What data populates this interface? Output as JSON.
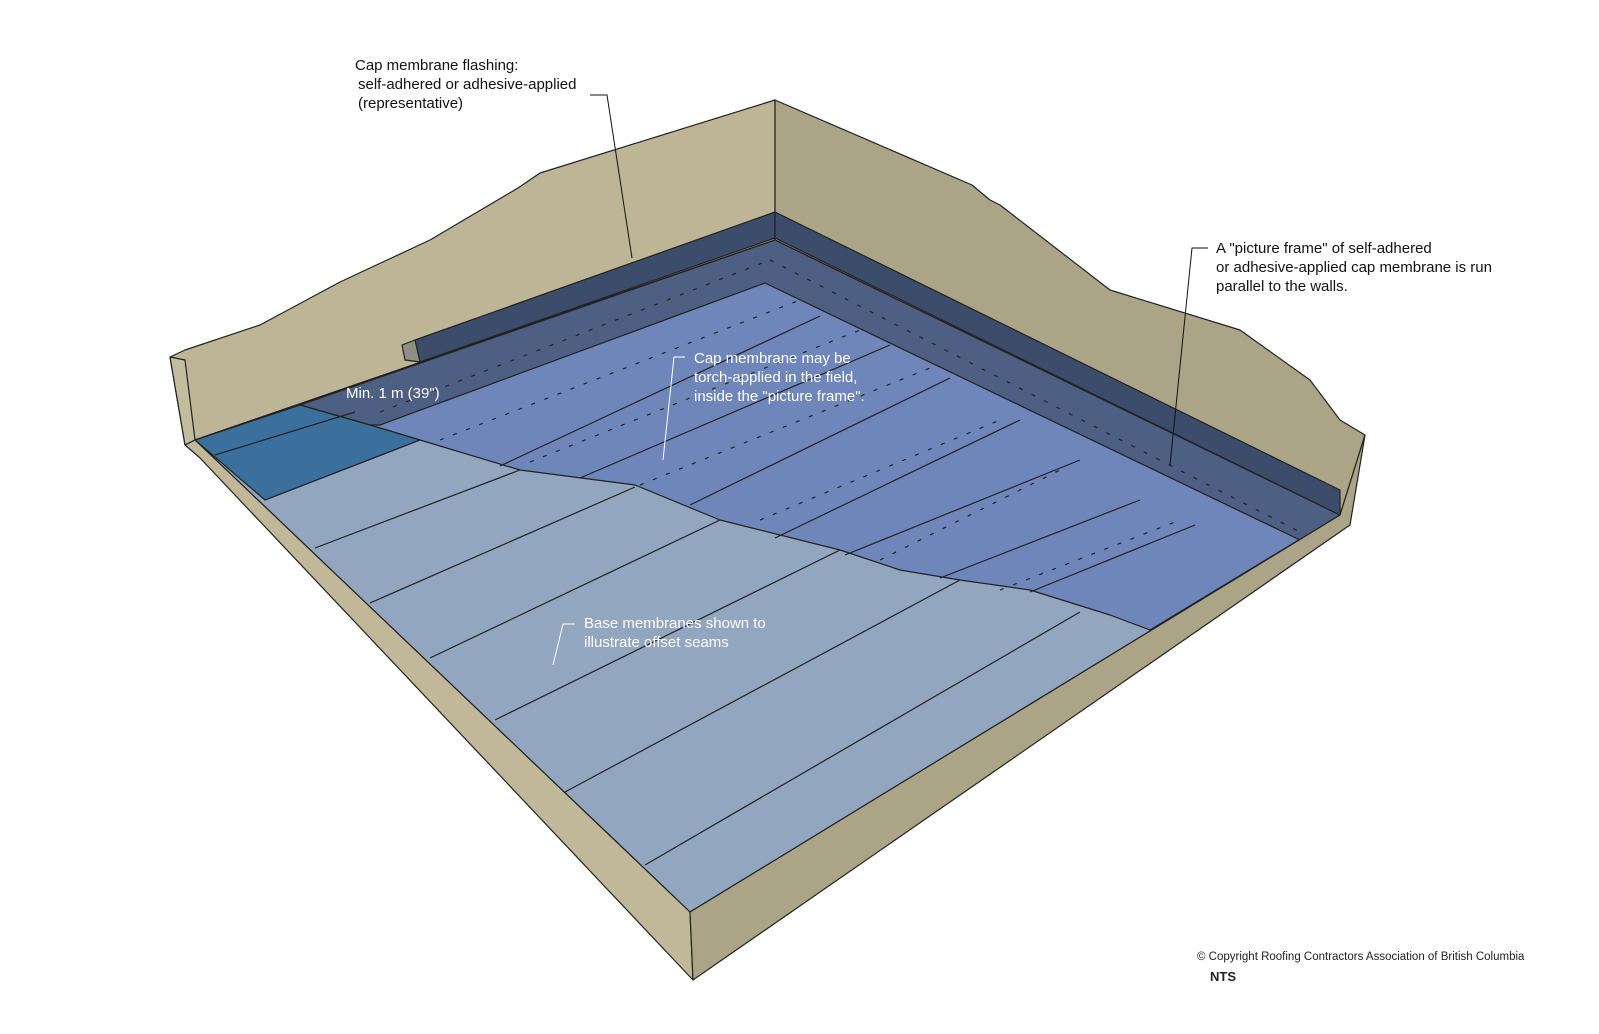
{
  "labels": {
    "flashing": [
      "Cap membrane flashing:",
      " self-adhered or adhesive-applied",
      "(representative)"
    ],
    "picture_frame": [
      "A \"picture frame\" of self-adhered",
      "or adhesive-applied cap membrane is run",
      "parallel to the walls."
    ],
    "cap_field": [
      "Cap membrane may be",
      "torch-applied in the field,",
      "inside the \"picture frame\"."
    ],
    "min_width": "Min. 1 m (39\")",
    "base": [
      "Base membranes shown to",
      "illustrate offset seams"
    ]
  },
  "footer": {
    "copyright": "© Copyright Roofing Contractors Association of British Columbia",
    "scale": "NTS"
  },
  "colors": {
    "wall_light": "#bdb596",
    "wall_dark": "#aca486",
    "base_membrane": "#93a6bf",
    "cap_membrane": "#6f86ba",
    "picture_frame": "#4d5f82",
    "flashing": "#3c4d6c",
    "blue_section": "#3b6f9c"
  }
}
